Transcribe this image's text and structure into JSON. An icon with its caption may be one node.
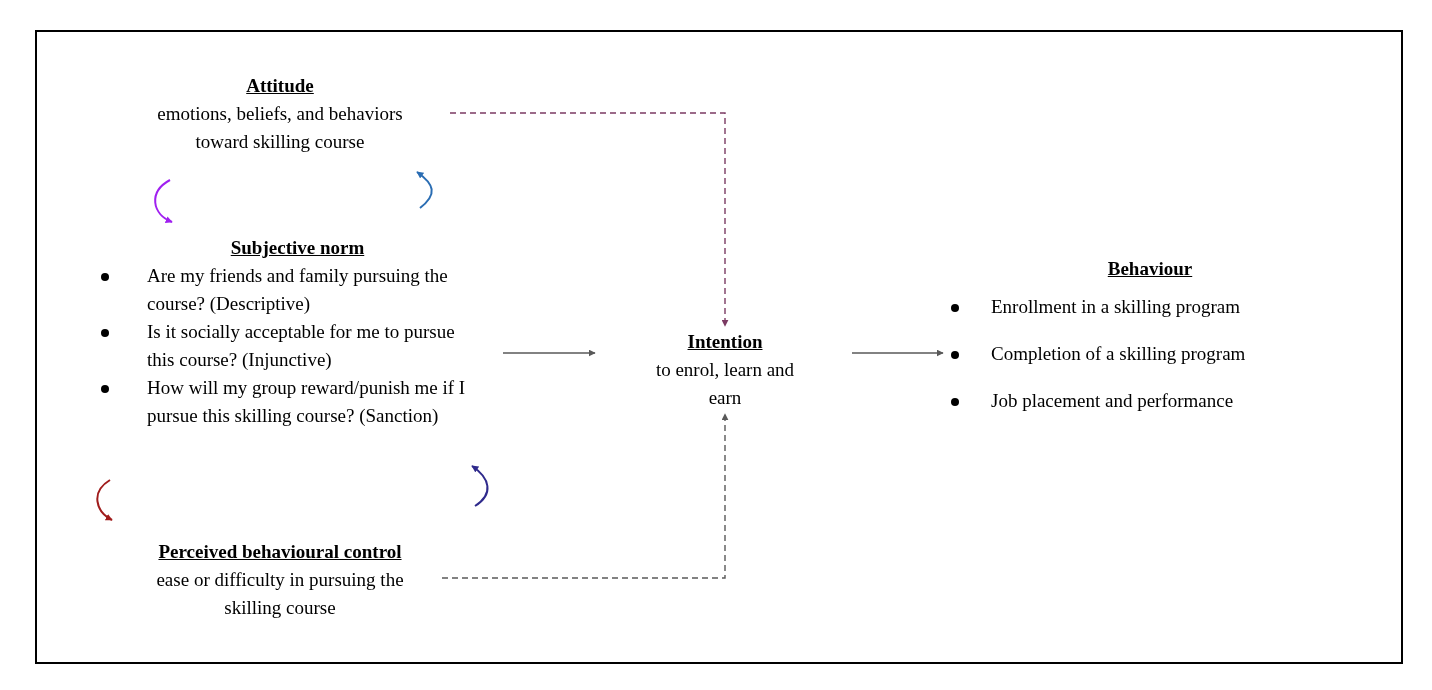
{
  "diagram": {
    "nodes": [
      {
        "text": [
          "Attitude",
          "emotions, beliefs, and behaviors toward skilling course"
        ]
      },
      {
        "text": [
          "Subjective norm",
          "Are my friends and family pursuing the course? (Descriptive)",
          "Is it socially acceptable for me to pursue this course? (Injunctive)",
          "How will my group reward/punish me if I pursue this skilling course? (Sanction)"
        ]
      },
      {
        "text": [
          "Perceived behavioural control",
          "ease or difficulty in pursuing the skilling course"
        ]
      },
      {
        "text": [
          "Intention",
          "to enrol, learn and earn"
        ]
      },
      {
        "text": [
          "Behaviour",
          "Enrollment in a skilling program",
          "Completion of a skilling program",
          "Job placement and performance"
        ]
      }
    ],
    "edges": [
      {
        "from": 0,
        "to": 3,
        "arrow": "to",
        "style": "dashed",
        "color": "#7b3a63"
      },
      {
        "from": 1,
        "to": 3,
        "arrow": "to"
      },
      {
        "from": 2,
        "to": 3,
        "arrow": "to",
        "style": "dashed"
      },
      {
        "from": 3,
        "to": 4,
        "arrow": "to"
      },
      {
        "from": 0,
        "to": 1,
        "arrow": "to",
        "color": "#a020f0"
      },
      {
        "from": 1,
        "to": 0,
        "arrow": "to",
        "color": "#2a6db3"
      },
      {
        "from": 1,
        "to": 2,
        "arrow": "to",
        "color": "#a01c1c"
      },
      {
        "from": 2,
        "to": 1,
        "arrow": "to",
        "color": "#2f2a8c"
      }
    ]
  }
}
